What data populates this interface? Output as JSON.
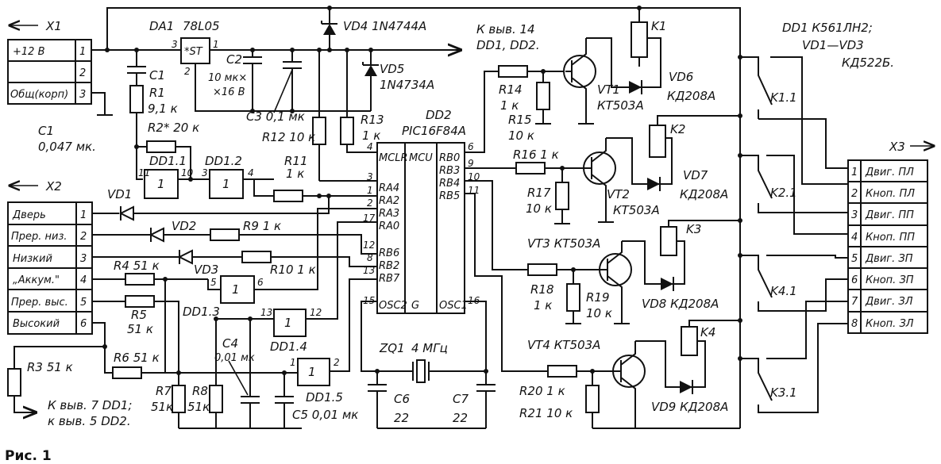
{
  "caption": "Рис. 1",
  "connectors": {
    "x1": {
      "name": "X1",
      "pins": [
        {
          "label": "+12 В",
          "num": "1"
        },
        {
          "label": "",
          "num": "2"
        },
        {
          "label": "Общ(корп)",
          "num": "3"
        }
      ]
    },
    "x2": {
      "name": "X2",
      "pins": [
        {
          "label": "Дверь",
          "num": "1"
        },
        {
          "label": "Прер. низ.",
          "num": "2"
        },
        {
          "label": "Низкий",
          "num": "3"
        },
        {
          "label": "„Аккум.\"",
          "num": "4"
        },
        {
          "label": "Прер. выс.",
          "num": "5"
        },
        {
          "label": "Высокий",
          "num": "6"
        }
      ]
    },
    "x3": {
      "name": "X3",
      "pins": [
        {
          "num": "1",
          "label": "Двиг. ПЛ"
        },
        {
          "num": "2",
          "label": "Кноп. ПЛ"
        },
        {
          "num": "3",
          "label": "Двиг. ПП"
        },
        {
          "num": "4",
          "label": "Кноп. ПП"
        },
        {
          "num": "5",
          "label": "Двиг. ЗП"
        },
        {
          "num": "6",
          "label": "Кноп. ЗП"
        },
        {
          "num": "7",
          "label": "Двиг. ЗЛ"
        },
        {
          "num": "8",
          "label": "Кноп. ЗЛ"
        }
      ]
    }
  },
  "notes": {
    "dd1_type": "DD1   К561ЛН2;",
    "diodes_type": "VD1—VD3",
    "diodes_part": "КД522Б.",
    "c1_note1": "С1",
    "c1_note2": "0,047 мк.",
    "supply_note1": "К выв. 14",
    "supply_note2": "DD1, DD2.",
    "ground_note1": "К выв. 7 DD1;",
    "ground_note2": "к выв. 5 DD2."
  },
  "regulator": {
    "ref": "DA1",
    "part": "78L05",
    "body": "*ST",
    "pin_in": "3",
    "pin_out": "1",
    "pin_gnd": "2"
  },
  "mcu": {
    "ref": "DD2",
    "part": "PIC16F84A",
    "head_left": "MCLR",
    "head_mid": "MCU",
    "head_right": "RB0",
    "bottom_left": "OSC2",
    "bottom_mid": "G",
    "bottom_right": "OSC1",
    "left_pins": [
      {
        "num": "4",
        "label": ""
      },
      {
        "num": "3",
        "label": "RA4"
      },
      {
        "num": "1",
        "label": "RA2"
      },
      {
        "num": "2",
        "label": "RA3"
      },
      {
        "num": "17",
        "label": "RA0"
      },
      {
        "num": "12",
        "label": "RB6"
      },
      {
        "num": "8",
        "label": "RB2"
      },
      {
        "num": "13",
        "label": "RB7"
      },
      {
        "num": "15",
        "label": ""
      }
    ],
    "right_pins": [
      {
        "num": "6",
        "label": ""
      },
      {
        "num": "9",
        "label": "RB3"
      },
      {
        "num": "10",
        "label": "RB4"
      },
      {
        "num": "11",
        "label": "RB5"
      },
      {
        "num": "16",
        "label": ""
      }
    ]
  },
  "gates": {
    "dd1_1": {
      "ref": "DD1.1",
      "in": "11",
      "out": "10",
      "sym": "1"
    },
    "dd1_2": {
      "ref": "DD1.2",
      "in": "3",
      "out": "4",
      "sym": "1"
    },
    "dd1_3": {
      "ref": "DD1.3",
      "in": "5",
      "out": "6",
      "sym": "1"
    },
    "dd1_4": {
      "ref": "DD1.4",
      "in": "13",
      "out": "12",
      "sym": "1"
    },
    "dd1_5": {
      "ref": "DD1.5",
      "in": "1",
      "out": "2",
      "sym": "1"
    }
  },
  "resistors": {
    "r1": "R1",
    "r1v": "9,1 к",
    "r2": "R2* 20 к",
    "r3": "R3  51 к",
    "r4": "R4   51 к",
    "r5": "R5",
    "r5v": "51 к",
    "r6": "R6   51 к",
    "r7": "R7",
    "r7v": "51к",
    "r8": "R8",
    "r8v": "51к",
    "r9": "R9  1 к",
    "r10": "R10 1 к",
    "r11": "R11",
    "r11v": "1 к",
    "r12": "R12 10 к",
    "r13": "R13",
    "r13v": "1 к",
    "r14": "R14",
    "r14v": "1 к",
    "r15": "R15",
    "r15v": "10 к",
    "r16": "R16  1 к",
    "r17": "R17",
    "r17v": "10 к",
    "r18": "R18",
    "r18v": "1 к",
    "r19": "R19",
    "r19v": "10 к",
    "r20": "R20  1 к",
    "r21": "R21  10 к"
  },
  "capacitors": {
    "c1": "C1",
    "c2": "C2",
    "c2v1": "10 мк×",
    "c2v2": "×16 В",
    "c3": "C3  0,1 мк",
    "c4": "C4",
    "c4v": "0,01 мк",
    "c5": "C5  0,01 мк",
    "c6": "C6",
    "c6v": "22",
    "c7": "C7",
    "c7v": "22"
  },
  "diodes": {
    "vd1": "VD1",
    "vd2": "VD2",
    "vd3": "VD3",
    "vd4": "VD4  1N4744A",
    "vd5": "VD5",
    "vd5v": "1N4734A",
    "vd6": "VD6",
    "vd6v": "КД208А",
    "vd7": "VD7",
    "vd7v": "КД208А",
    "vd8": "VD8  КД208А",
    "vd9": "VD9  КД208А"
  },
  "transistors": {
    "vt1": "VT1",
    "vt1v": "КТ503А",
    "vt2": "VT2",
    "vt2v": "КТ503А",
    "vt3": "VT3   КТ503А",
    "vt4": "VT4     КТ503А"
  },
  "relays": {
    "k1": "K1",
    "k2": "K2",
    "k3": "K3",
    "k4": "K4",
    "k1c": "K1.1",
    "k2c": "K2.1",
    "k4c": "K4.1",
    "k3c": "K3.1"
  },
  "crystal": {
    "ref": "ZQ1",
    "freq": "4 МГц"
  }
}
